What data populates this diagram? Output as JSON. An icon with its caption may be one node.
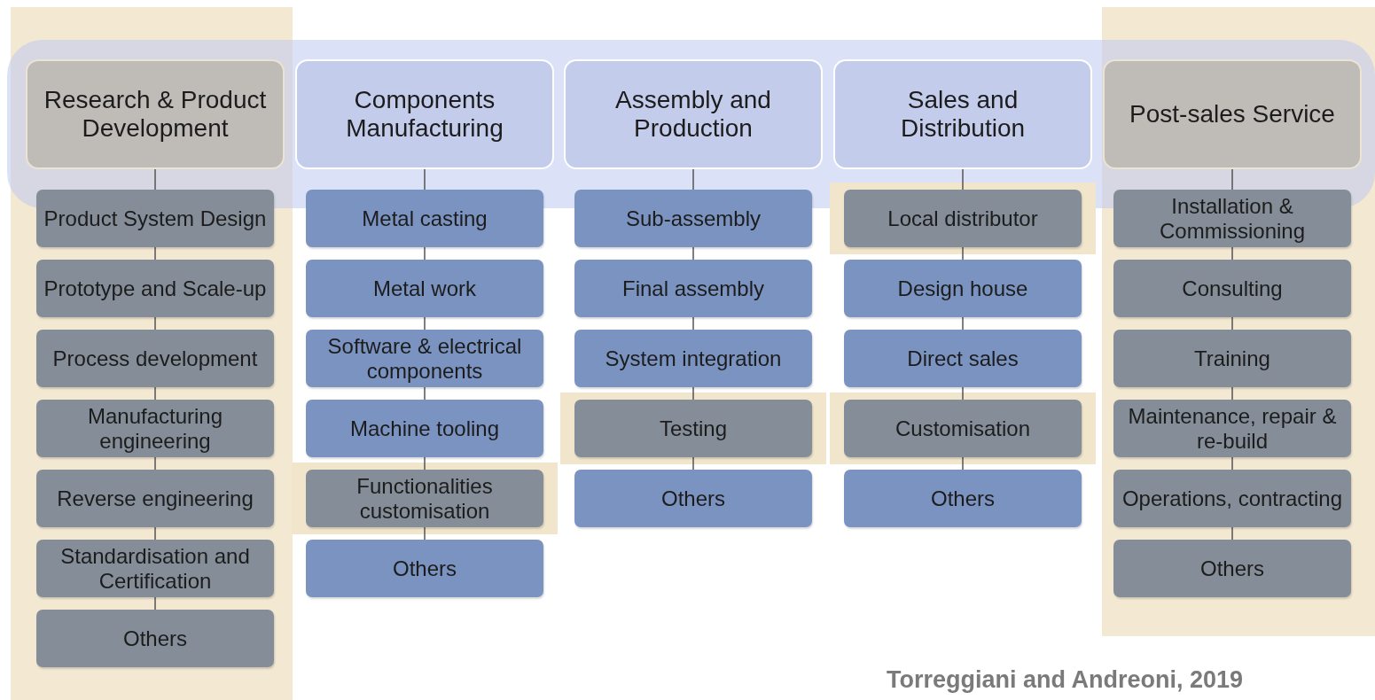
{
  "diagram": {
    "nodes": [
      {
        "text": [
          "Research & Product Development"
        ]
      },
      {
        "text": [
          "Product System Design"
        ]
      },
      {
        "text": [
          "Prototype and Scale-up"
        ]
      },
      {
        "text": [
          "Process development"
        ]
      },
      {
        "text": [
          "Manufacturing engineering"
        ]
      },
      {
        "text": [
          "Reverse engineering"
        ]
      },
      {
        "text": [
          "Standardisation and Certification"
        ]
      },
      {
        "text": [
          "Others"
        ]
      },
      {
        "text": [
          "Components Manufacturing"
        ]
      },
      {
        "text": [
          "Metal casting"
        ]
      },
      {
        "text": [
          "Metal work"
        ]
      },
      {
        "text": [
          "Software & electrical components"
        ]
      },
      {
        "text": [
          "Machine tooling"
        ]
      },
      {
        "text": [
          "Functionalities customisation"
        ]
      },
      {
        "text": [
          "Others"
        ]
      },
      {
        "text": [
          "Assembly and Production"
        ]
      },
      {
        "text": [
          "Sub-assembly"
        ]
      },
      {
        "text": [
          "Final assembly"
        ]
      },
      {
        "text": [
          "System integration"
        ]
      },
      {
        "text": [
          "Testing"
        ]
      },
      {
        "text": [
          "Others"
        ]
      },
      {
        "text": [
          "Sales and Distribution"
        ]
      },
      {
        "text": [
          "Local distributor"
        ]
      },
      {
        "text": [
          "Design house"
        ]
      },
      {
        "text": [
          "Direct sales"
        ]
      },
      {
        "text": [
          "Customisation"
        ]
      },
      {
        "text": [
          "Others"
        ]
      },
      {
        "text": [
          "Post-sales Service"
        ]
      },
      {
        "text": [
          "Installation & Commissioning"
        ]
      },
      {
        "text": [
          "Consulting"
        ]
      },
      {
        "text": [
          "Training"
        ]
      },
      {
        "text": [
          "Maintenance, repair & re-build"
        ]
      },
      {
        "text": [
          "Operations, contracting"
        ]
      },
      {
        "text": [
          "Others"
        ]
      }
    ],
    "edges": [
      {
        "from": 0,
        "to": 1,
        "arrow": "none"
      },
      {
        "from": 1,
        "to": 2,
        "arrow": "none"
      },
      {
        "from": 2,
        "to": 3,
        "arrow": "none"
      },
      {
        "from": 3,
        "to": 4,
        "arrow": "none"
      },
      {
        "from": 4,
        "to": 5,
        "arrow": "none"
      },
      {
        "from": 5,
        "to": 6,
        "arrow": "none"
      },
      {
        "from": 6,
        "to": 7,
        "arrow": "none"
      },
      {
        "from": 8,
        "to": 9,
        "arrow": "none"
      },
      {
        "from": 9,
        "to": 10,
        "arrow": "none"
      },
      {
        "from": 10,
        "to": 11,
        "arrow": "none"
      },
      {
        "from": 11,
        "to": 12,
        "arrow": "none"
      },
      {
        "from": 12,
        "to": 13,
        "arrow": "none"
      },
      {
        "from": 13,
        "to": 14,
        "arrow": "none"
      },
      {
        "from": 15,
        "to": 16,
        "arrow": "none"
      },
      {
        "from": 16,
        "to": 17,
        "arrow": "none"
      },
      {
        "from": 17,
        "to": 18,
        "arrow": "none"
      },
      {
        "from": 18,
        "to": 19,
        "arrow": "none"
      },
      {
        "from": 19,
        "to": 20,
        "arrow": "none"
      },
      {
        "from": 21,
        "to": 22,
        "arrow": "none"
      },
      {
        "from": 22,
        "to": 23,
        "arrow": "none"
      },
      {
        "from": 23,
        "to": 24,
        "arrow": "none"
      },
      {
        "from": 24,
        "to": 25,
        "arrow": "none"
      },
      {
        "from": 25,
        "to": 26,
        "arrow": "none"
      },
      {
        "from": 27,
        "to": 28,
        "arrow": "none"
      },
      {
        "from": 28,
        "to": 29,
        "arrow": "none"
      },
      {
        "from": 29,
        "to": 30,
        "arrow": "none"
      },
      {
        "from": 30,
        "to": 31,
        "arrow": "none"
      },
      {
        "from": 31,
        "to": 32,
        "arrow": "none"
      },
      {
        "from": 32,
        "to": 33,
        "arrow": "none"
      }
    ],
    "labels": [
      "Torreggiani and Andreoni, 2019"
    ]
  }
}
